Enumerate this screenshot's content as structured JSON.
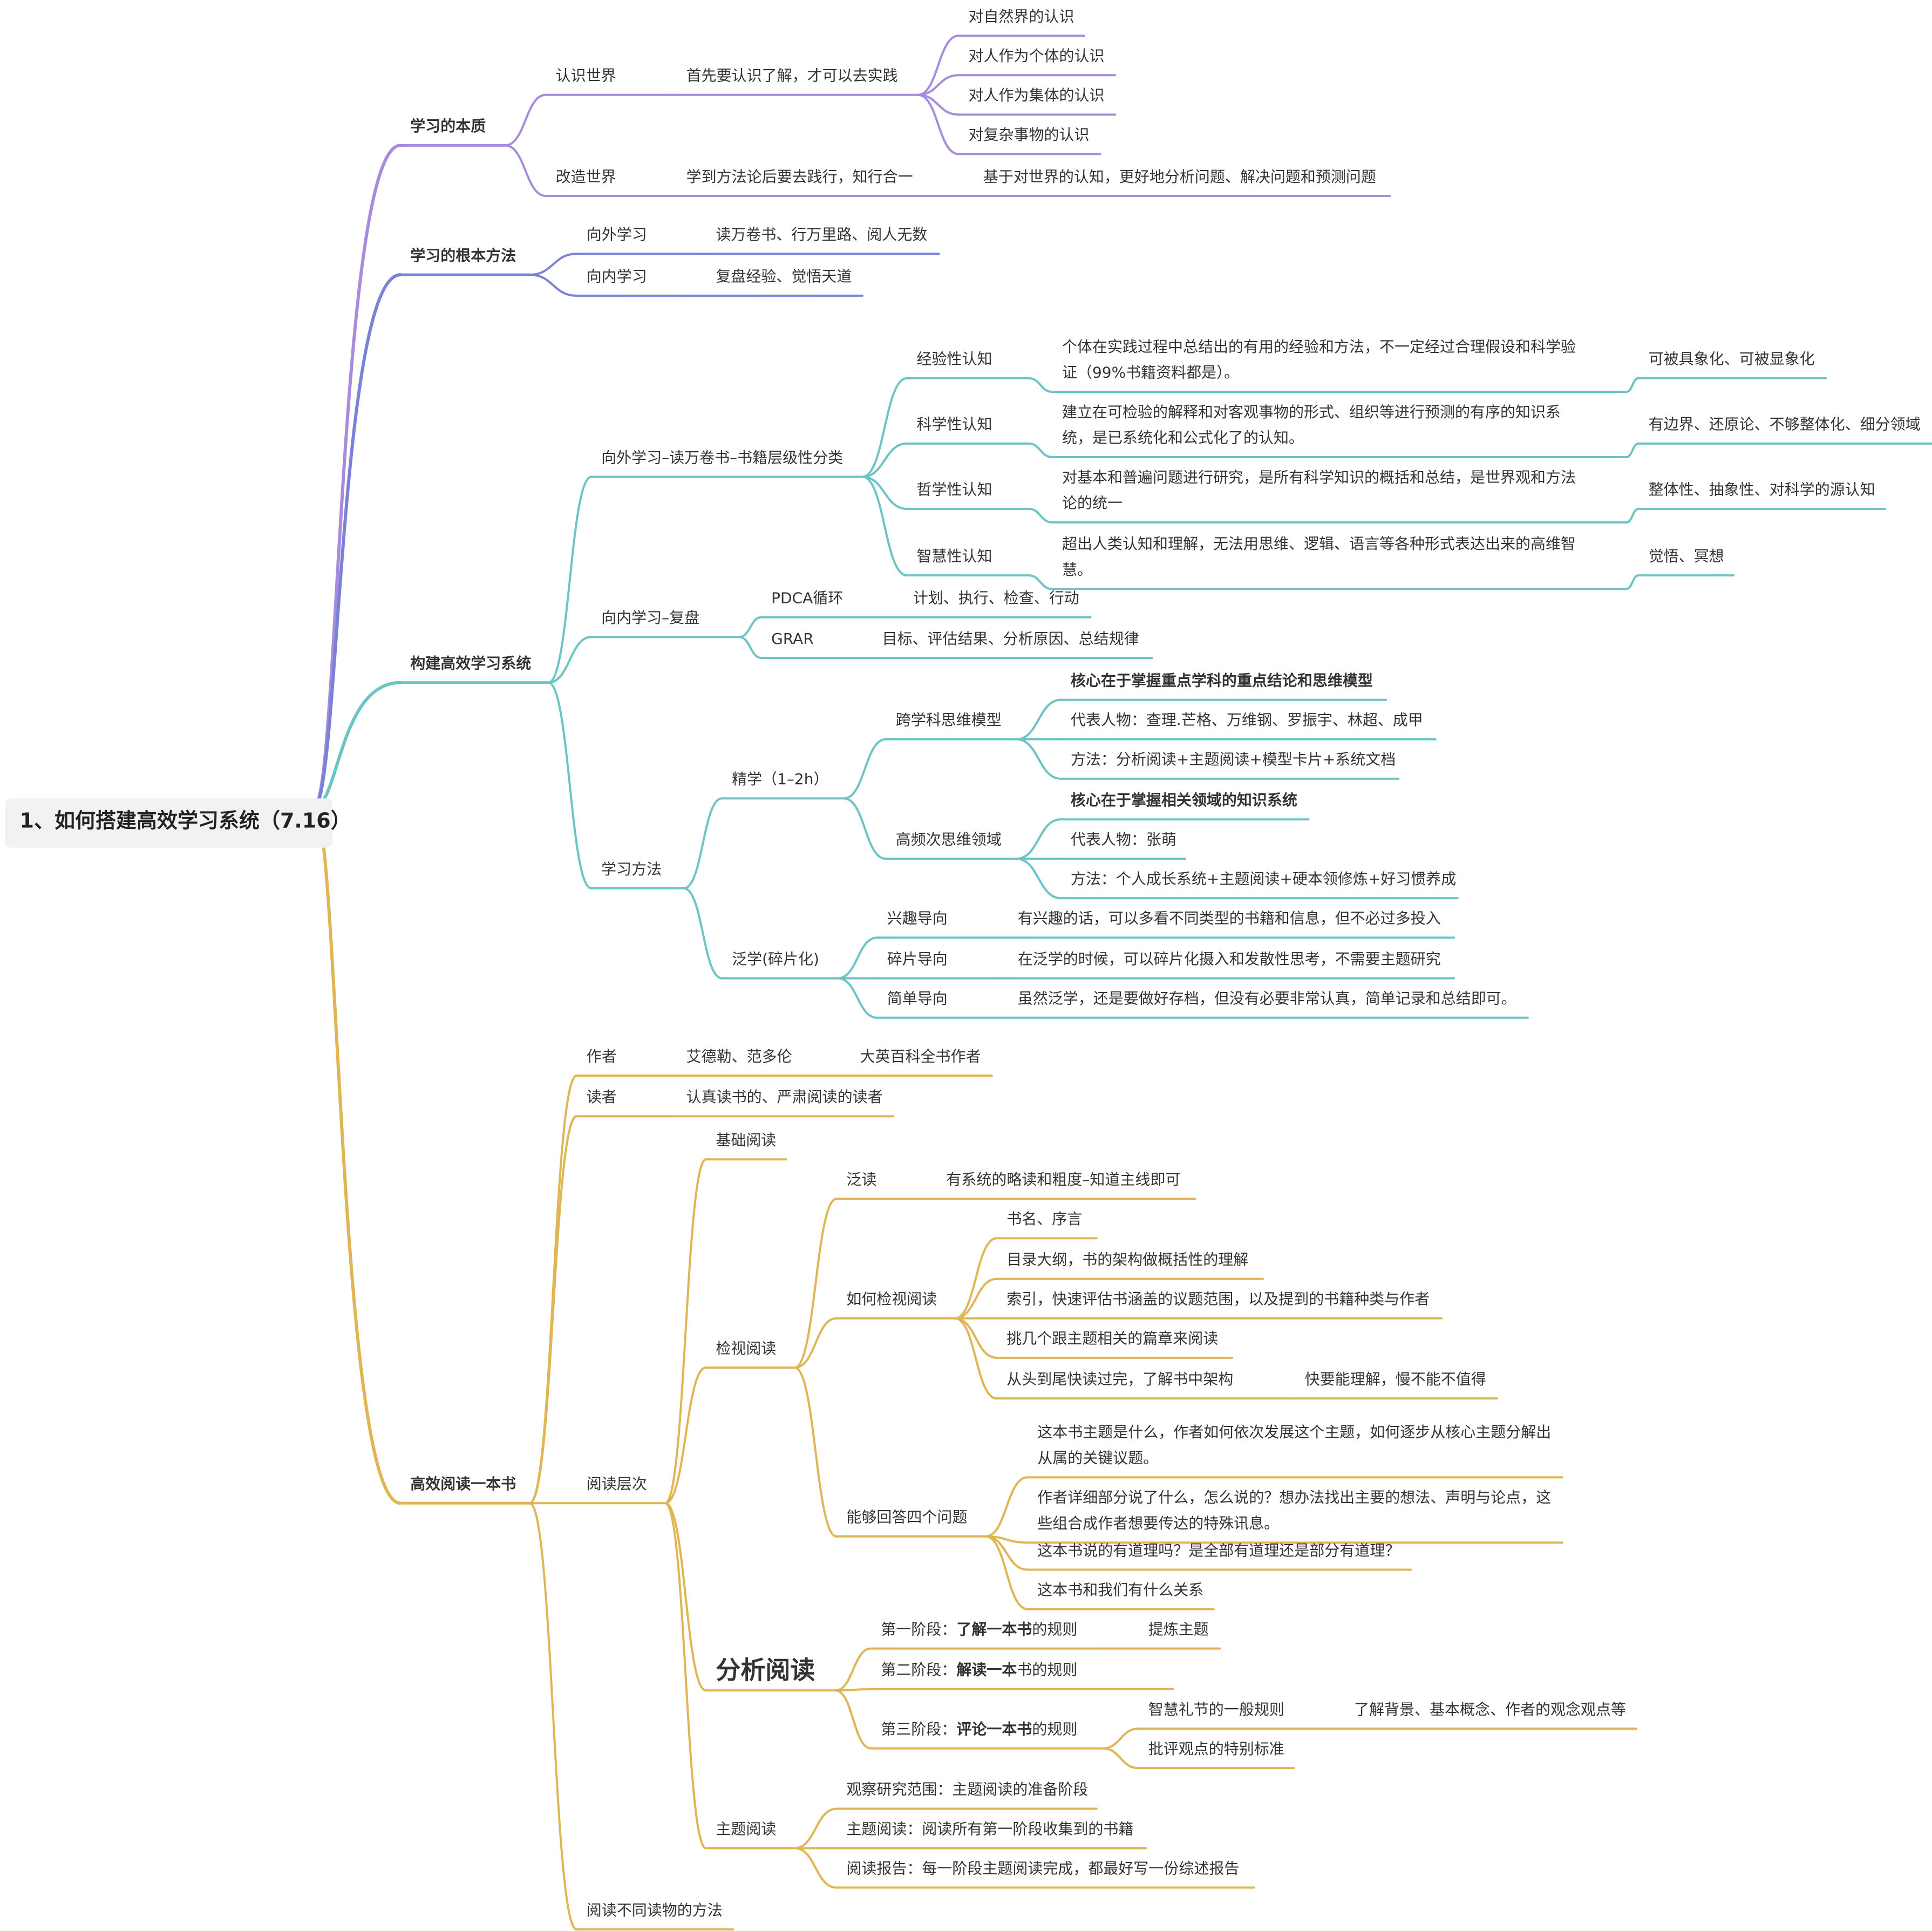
{
  "colors": {
    "purple": "#a78bdc",
    "indigo": "#7a82d8",
    "teal": "#6cc4c4",
    "gold": "#e0b553",
    "root_bg": "#f2f2f2",
    "text": "#333333"
  },
  "root": {
    "label": "1、如何搭建高效学习系统（7.16）"
  },
  "branches": [
    {
      "color_key": "purple",
      "label": "学习的本质",
      "children": [
        {
          "label": "认识世界",
          "children": [
            {
              "label": "首先要认识了解，才可以去实践",
              "children": [
                {
                  "label": "对自然界的认识"
                },
                {
                  "label": "对人作为个体的认识"
                },
                {
                  "label": "对人作为集体的认识"
                },
                {
                  "label": "对复杂事物的认识"
                }
              ]
            }
          ]
        },
        {
          "label": "改造世界",
          "children": [
            {
              "label": "学到方法论后要去践行，知行合一",
              "children": [
                {
                  "label": "基于对世界的认知，更好地分析问题、解决问题和预测问题"
                }
              ]
            }
          ]
        }
      ]
    },
    {
      "color_key": "indigo",
      "label": "学习的根本方法",
      "children": [
        {
          "label": "向外学习",
          "children": [
            {
              "label": "读万卷书、行万里路、阅人无数"
            }
          ]
        },
        {
          "label": "向内学习",
          "children": [
            {
              "label": "复盘经验、觉悟天道"
            }
          ]
        }
      ]
    },
    {
      "color_key": "teal",
      "label": "构建高效学习系统",
      "children": [
        {
          "label": "向外学习–读万卷书–书籍层级性分类",
          "children": [
            {
              "label": "经验性认知",
              "children": [
                {
                  "label": "个体在实践过程中总结出的有用的经验和方法，不一定经过合理假设和科学验证（99%书籍资料都是）。",
                  "children": [
                    {
                      "label": "可被具象化、可被显象化"
                    }
                  ]
                }
              ]
            },
            {
              "label": "科学性认知",
              "children": [
                {
                  "label": "建立在可检验的解释和对客观事物的形式、组织等进行预测的有序的知识系统，是已系统化和公式化了的认知。",
                  "children": [
                    {
                      "label": "有边界、还原论、不够整体化、细分领域"
                    }
                  ]
                }
              ]
            },
            {
              "label": "哲学性认知",
              "children": [
                {
                  "label": "对基本和普遍问题进行研究，是所有科学知识的概括和总结，是世界观和方法论的统一",
                  "children": [
                    {
                      "label": "整体性、抽象性、对科学的源认知"
                    }
                  ]
                }
              ]
            },
            {
              "label": "智慧性认知",
              "children": [
                {
                  "label": "超出人类认知和理解，无法用思维、逻辑、语言等各种形式表达出来的高维智慧。",
                  "children": [
                    {
                      "label": "觉悟、冥想"
                    }
                  ]
                }
              ]
            }
          ]
        },
        {
          "label": "向内学习–复盘",
          "children": [
            {
              "label": "PDCA循环",
              "children": [
                {
                  "label": "计划、执行、检查、行动"
                }
              ]
            },
            {
              "label": "GRAR",
              "children": [
                {
                  "label": "目标、评估结果、分析原因、总结规律"
                }
              ]
            }
          ]
        },
        {
          "label": "学习方法",
          "children": [
            {
              "label": "精学（1–2h）",
              "children": [
                {
                  "label": "跨学科思维模型",
                  "children": [
                    {
                      "label": "核心在于掌握重点学科的重点结论和思维模型"
                    },
                    {
                      "label": "代表人物：查理.芒格、万维钢、罗振宇、林超、成甲"
                    },
                    {
                      "label": "方法：分析阅读+主题阅读+模型卡片+系统文档"
                    }
                  ]
                },
                {
                  "label": "高频次思维领域",
                  "children": [
                    {
                      "label": "核心在于掌握相关领域的知识系统"
                    },
                    {
                      "label": "代表人物：张萌"
                    },
                    {
                      "label": "方法：个人成长系统+主题阅读+硬本领修炼+好习惯养成"
                    }
                  ]
                }
              ]
            },
            {
              "label": "泛学(碎片化)",
              "children": [
                {
                  "label": "兴趣导向",
                  "children": [
                    {
                      "label": "有兴趣的话，可以多看不同类型的书籍和信息，但不必过多投入"
                    }
                  ]
                },
                {
                  "label": "碎片导向",
                  "children": [
                    {
                      "label": "在泛学的时候，可以碎片化摄入和发散性思考，不需要主题研究"
                    }
                  ]
                },
                {
                  "label": "简单导向",
                  "children": [
                    {
                      "label": "虽然泛学，还是要做好存档，但没有必要非常认真，简单记录和总结即可。"
                    }
                  ]
                }
              ]
            }
          ]
        }
      ]
    },
    {
      "color_key": "gold",
      "label": "高效阅读一本书",
      "children": [
        {
          "label": "作者",
          "children": [
            {
              "label": "艾德勒、范多伦",
              "children": [
                {
                  "label": "大英百科全书作者"
                }
              ]
            }
          ]
        },
        {
          "label": "读者",
          "children": [
            {
              "label": "认真读书的、严肃阅读的读者"
            }
          ]
        },
        {
          "label": "阅读层次",
          "children": [
            {
              "label": "基础阅读"
            },
            {
              "label": "检视阅读",
              "children": [
                {
                  "label": "泛读",
                  "children": [
                    {
                      "label": "有系统的略读和粗度–知道主线即可"
                    }
                  ]
                },
                {
                  "label": "如何检视阅读",
                  "children": [
                    {
                      "label": "书名、序言"
                    },
                    {
                      "label": "目录大纲，书的架构做概括性的理解"
                    },
                    {
                      "label": "索引，快速评估书涵盖的议题范围，以及提到的书籍种类与作者"
                    },
                    {
                      "label": "挑几个跟主题相关的篇章来阅读"
                    },
                    {
                      "label": "从头到尾快读过完，了解书中架构",
                      "children": [
                        {
                          "label": "快要能理解，慢不能不值得"
                        }
                      ]
                    }
                  ]
                },
                {
                  "label": "能够回答四个问题",
                  "children": [
                    {
                      "label": "这本书主题是什么，作者如何依次发展这个主题，如何逐步从核心主题分解出从属的关键议题。"
                    },
                    {
                      "label": "作者详细部分说了什么，怎么说的？想办法找出主要的想法、声明与论点，这些组合成作者想要传达的特殊讯息。"
                    },
                    {
                      "label": "这本书说的有道理吗？是全部有道理还是部分有道理？"
                    },
                    {
                      "label": "这本书和我们有什么关系"
                    }
                  ]
                }
              ]
            },
            {
              "label": "分析阅读",
              "children": [
                {
                  "label": "第一阶段：了解一本书的规则",
                  "prefix": "第一阶段：",
                  "strong": "了解一本书",
                  "suffix": "的规则",
                  "children": [
                    {
                      "label": "提炼主题"
                    }
                  ]
                },
                {
                  "label": "第二阶段：解读一本书的规则",
                  "prefix": "第二阶段：",
                  "strong": "解读一本",
                  "suffix": "书的规则"
                },
                {
                  "label": "第三阶段：评论一本书的规则",
                  "prefix": "第三阶段：",
                  "strong": "评论一本书",
                  "suffix": "的规则",
                  "children": [
                    {
                      "label": "智慧礼节的一般规则",
                      "children": [
                        {
                          "label": "了解背景、基本概念、作者的观念观点等"
                        }
                      ]
                    },
                    {
                      "label": "批评观点的特别标准"
                    }
                  ]
                }
              ]
            },
            {
              "label": "主题阅读",
              "children": [
                {
                  "label": "观察研究范围：主题阅读的准备阶段"
                },
                {
                  "label": "主题阅读：阅读所有第一阶段收集到的书籍"
                },
                {
                  "label": "阅读报告：每一阶段主题阅读完成，都最好写一份综述报告"
                }
              ]
            }
          ]
        },
        {
          "label": "阅读不同读物的方法"
        }
      ]
    }
  ]
}
